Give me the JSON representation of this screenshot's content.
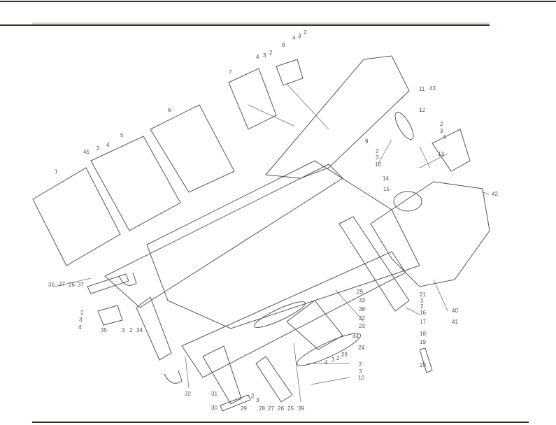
{
  "diagram": {
    "type": "exploded-parts-diagram",
    "callouts": [
      "4",
      "3",
      "2",
      "8",
      "4",
      "3",
      "2",
      "7",
      "6",
      "5",
      "45",
      "2",
      "4",
      "1",
      "11",
      "43",
      "12",
      "9",
      "2",
      "3",
      "10",
      "2",
      "3",
      "4",
      "13",
      "14",
      "15",
      "42",
      "36",
      "27",
      "26",
      "37",
      "2",
      "3",
      "4",
      "35",
      "3",
      "2",
      "34",
      "32",
      "29",
      "33",
      "38",
      "22",
      "23",
      "21",
      "3",
      "2",
      "16",
      "17",
      "18",
      "19",
      "20",
      "40",
      "41",
      "44",
      "24",
      "29",
      "2",
      "3",
      "4",
      "2",
      "3",
      "10",
      "31",
      "30",
      "2",
      "3",
      "29",
      "28",
      "27",
      "26",
      "25",
      "39"
    ]
  }
}
